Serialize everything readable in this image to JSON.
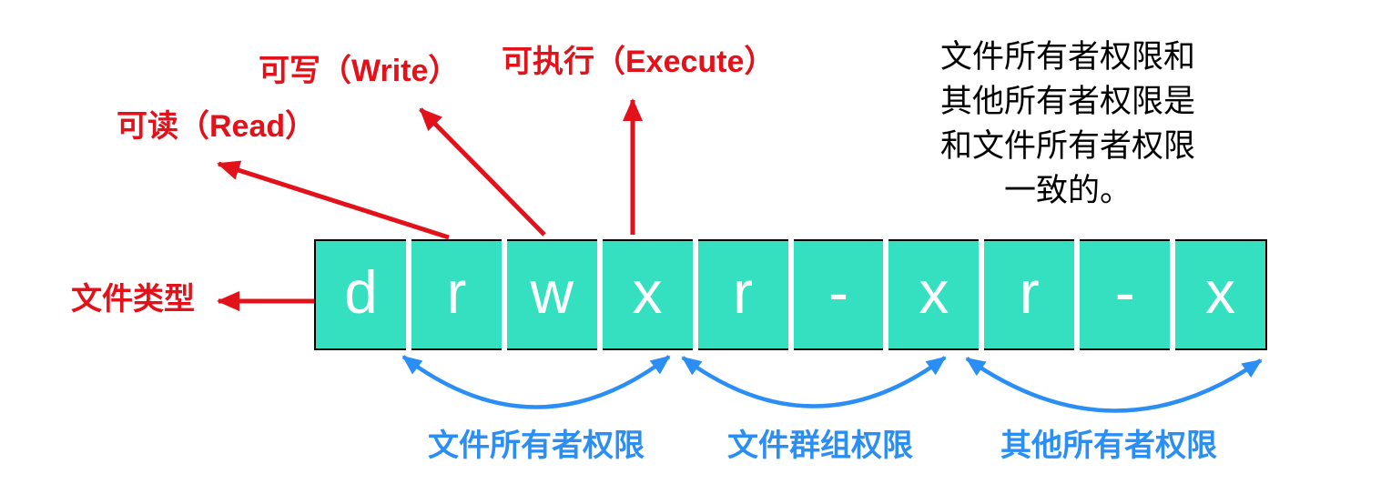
{
  "permission_row": {
    "cells": [
      "d",
      "r",
      "w",
      "x",
      "r",
      "-",
      "x",
      "r",
      "-",
      "x"
    ]
  },
  "annotations": {
    "file_type": "文件类型",
    "read": "可读（Read）",
    "write": "可写（Write）",
    "execute": "可执行（Execute）"
  },
  "note": {
    "lines": [
      "文件所有者权限和",
      "其他所有者权限是",
      "和文件所有者权限",
      "一致的。"
    ]
  },
  "groups": {
    "owner": "文件所有者权限",
    "group": "文件群组权限",
    "others": "其他所有者权限"
  },
  "colors": {
    "cell_teal": "#34e0c0",
    "cell_letter": "#ffffff",
    "arrow_red": "#e3111a",
    "arrow_blue": "#2b8ef5",
    "note_text": "#000000",
    "border_black": "#000000"
  }
}
